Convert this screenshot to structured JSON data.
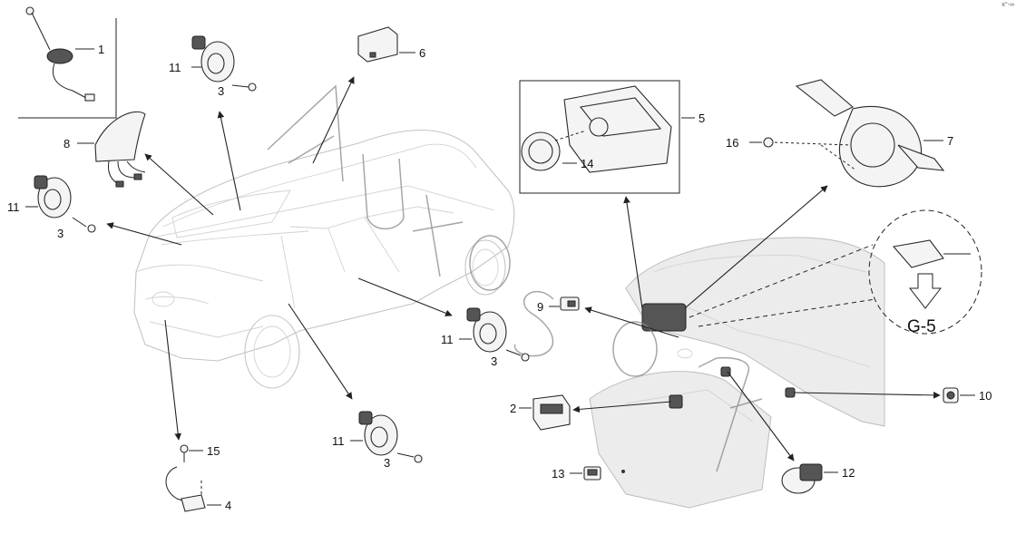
{
  "callouts": [
    {
      "id": "antenna",
      "label": "1"
    },
    {
      "id": "switch-left",
      "label": "2"
    },
    {
      "id": "screw-rear",
      "label": "3"
    },
    {
      "id": "screw-top",
      "label": "3"
    },
    {
      "id": "screw-door-front",
      "label": "3"
    },
    {
      "id": "screw-door-rear",
      "label": "3"
    },
    {
      "id": "license-lamp",
      "label": "4"
    },
    {
      "id": "ac-control",
      "label": "5"
    },
    {
      "id": "module-top",
      "label": "6"
    },
    {
      "id": "combination-switch",
      "label": "7"
    },
    {
      "id": "shark-antenna",
      "label": "8"
    },
    {
      "id": "sensor-connector",
      "label": "9"
    },
    {
      "id": "button-right",
      "label": "10"
    },
    {
      "id": "handle-top",
      "label": "11"
    },
    {
      "id": "handle-rear",
      "label": "11"
    },
    {
      "id": "handle-door-front",
      "label": "11"
    },
    {
      "id": "handle-door-rear",
      "label": "11"
    },
    {
      "id": "start-button",
      "label": "12"
    },
    {
      "id": "console-switch",
      "label": "13"
    },
    {
      "id": "knob",
      "label": "14"
    },
    {
      "id": "screw-lamp",
      "label": "15"
    },
    {
      "id": "screw-column",
      "label": "16"
    }
  ],
  "detail_ref": "G-5",
  "corner_mark": "x°-∞"
}
